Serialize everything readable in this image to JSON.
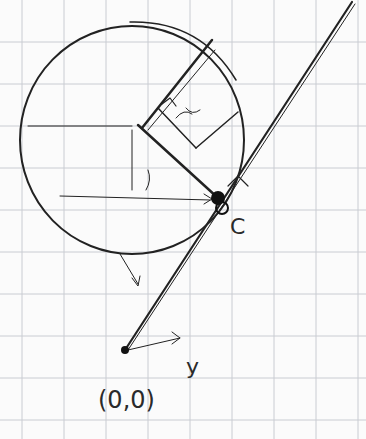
{
  "diagram": {
    "labels": [
      "C",
      "y",
      "(0,0)"
    ]
  }
}
